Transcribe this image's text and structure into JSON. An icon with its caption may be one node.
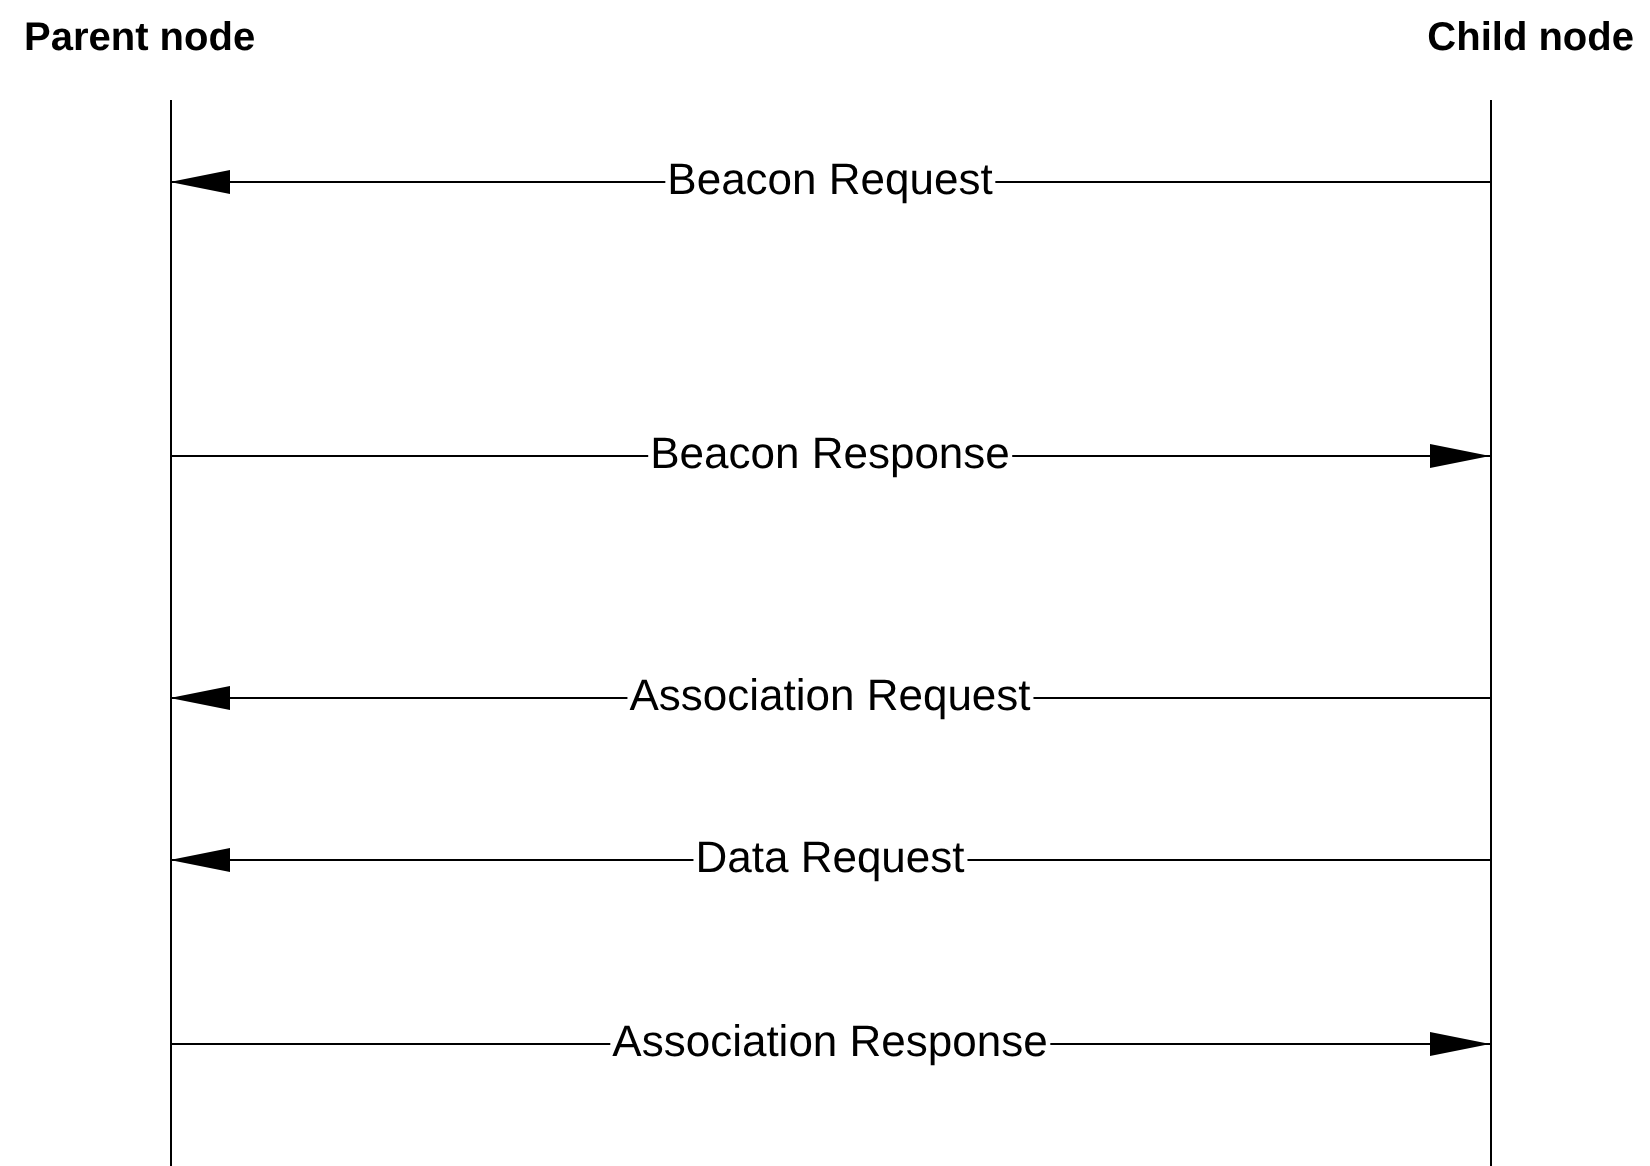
{
  "diagram": {
    "nodes": [
      {
        "text": [
          "Parent node"
        ]
      },
      {
        "text": [
          "Child node"
        ]
      }
    ],
    "edges": [
      {
        "from": 1,
        "to": 0,
        "arrow": "to",
        "label": "Beacon Request"
      },
      {
        "from": 0,
        "to": 1,
        "arrow": "to",
        "label": "Beacon Response"
      },
      {
        "from": 1,
        "to": 0,
        "arrow": "to",
        "label": "Association Request"
      },
      {
        "from": 1,
        "to": 0,
        "arrow": "to",
        "label": "Data Request"
      },
      {
        "from": 0,
        "to": 1,
        "arrow": "to",
        "label": "Association Response"
      }
    ]
  }
}
